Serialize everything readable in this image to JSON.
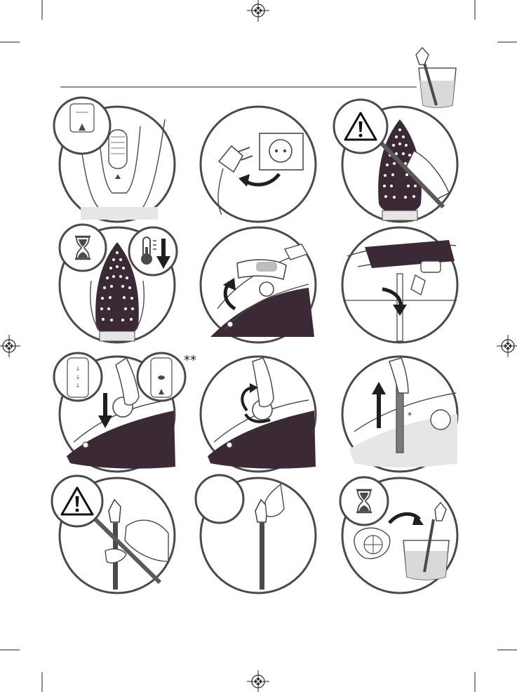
{
  "page": {
    "footnote_mark": "**"
  },
  "steps": [
    {
      "row": 1,
      "col": 1,
      "name": "water-tank-open-check"
    },
    {
      "row": 1,
      "col": 2,
      "name": "unplug-iron"
    },
    {
      "row": 1,
      "col": 3,
      "name": "warning-hot-soleplate"
    },
    {
      "row": 2,
      "col": 1,
      "name": "wait-cool-down"
    },
    {
      "row": 2,
      "col": 2,
      "name": "lift-cap"
    },
    {
      "row": 2,
      "col": 3,
      "name": "open-cap-detail"
    },
    {
      "row": 3,
      "col": 1,
      "name": "press-button"
    },
    {
      "row": 3,
      "col": 2,
      "name": "turn-knob"
    },
    {
      "row": 3,
      "col": 3,
      "name": "pull-out-rod"
    },
    {
      "row": 4,
      "col": 1,
      "name": "warning-do-not-touch-rod"
    },
    {
      "row": 4,
      "col": 2,
      "name": "hold-rod"
    },
    {
      "row": 4,
      "col": 3,
      "name": "soak-rod-in-lemon-water"
    }
  ],
  "icons": {
    "warning": "warning-triangle-icon",
    "hourglass": "hourglass-icon",
    "thermometer": "thermometer-down-icon",
    "crosshair": "registration-mark-icon"
  },
  "colors": {
    "outline": "#4a4a4a",
    "soleplate": "#3b2a35",
    "arrow": "#1f1f1f"
  }
}
